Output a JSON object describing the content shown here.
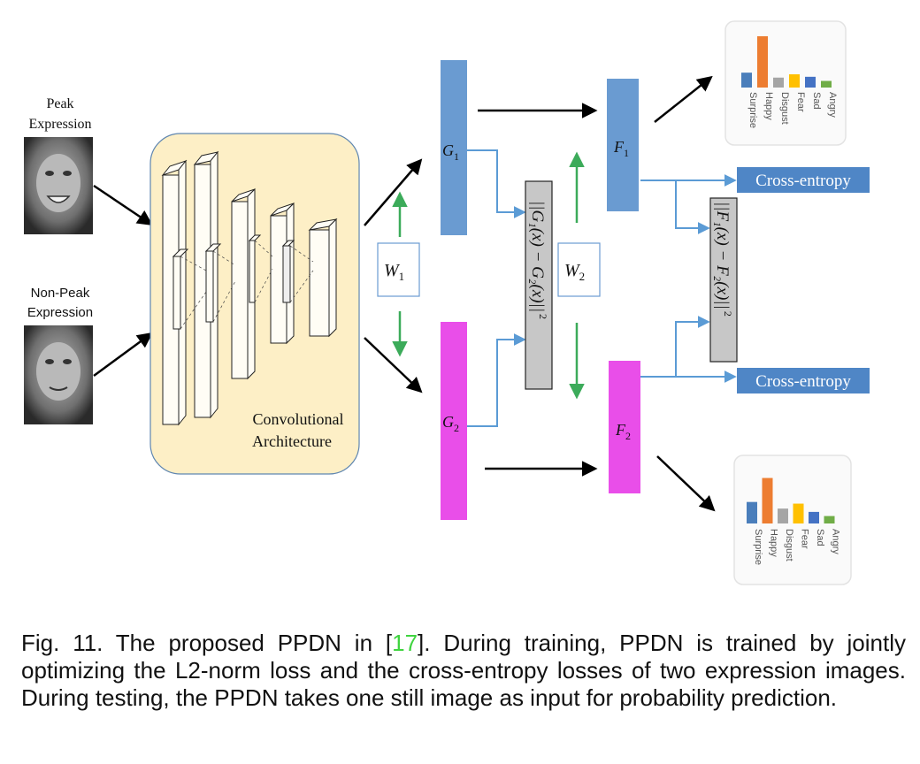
{
  "inputs": {
    "peak_label_1": "Peak",
    "peak_label_2": "Expression",
    "nonpeak_label_1": "Non-Peak",
    "nonpeak_label_2": "Expression"
  },
  "conv": {
    "label_1": "Convolutional",
    "label_2": "Architecture"
  },
  "nodes": {
    "w1": "W",
    "w1_sub": "1",
    "w2": "W",
    "w2_sub": "2",
    "g1": "G",
    "g1_sub": "1",
    "g2": "G",
    "g2_sub": "2",
    "f1": "F",
    "f1_sub": "1",
    "f2": "F",
    "f2_sub": "2"
  },
  "losses": {
    "g_norm": "||G₁(x) − G₂(x)||",
    "g_norm_exp": "2",
    "f_norm": "||F₁(x) − F₂(x)||",
    "f_norm_exp": "2",
    "ce_top": "Cross-entropy",
    "ce_bottom": "Cross-entropy"
  },
  "chart_data": [
    {
      "type": "bar",
      "categories": [
        "Surprise",
        "Happy",
        "Disgust",
        "Fear",
        "Sad",
        "Angry"
      ],
      "values": [
        0.18,
        0.62,
        0.12,
        0.16,
        0.13,
        0.08
      ],
      "colors": [
        "#4a7ebb",
        "#ed7d31",
        "#a5a5a5",
        "#ffc000",
        "#4472c4",
        "#70ad47"
      ],
      "title": "",
      "xlabel": "",
      "ylabel": ""
    },
    {
      "type": "bar",
      "categories": [
        "Surprise",
        "Happy",
        "Disgust",
        "Fear",
        "Sad",
        "Angry"
      ],
      "values": [
        0.26,
        0.55,
        0.18,
        0.24,
        0.14,
        0.09
      ],
      "colors": [
        "#4a7ebb",
        "#ed7d31",
        "#a5a5a5",
        "#ffc000",
        "#4472c4",
        "#70ad47"
      ],
      "title": "",
      "xlabel": "",
      "ylabel": ""
    }
  ],
  "caption": {
    "prefix": "Fig. 11. The proposed PPDN in [",
    "ref": "17",
    "suffix": "]. During training, PPDN is trained by jointly optimizing the L2-norm loss and the cross-entropy losses of two expression images. During testing, the PPDN takes one still image as input for probability prediction."
  },
  "colors": {
    "g1_fill": "#6a9bd1",
    "g2_fill": "#e94ee9",
    "f_fill": "#6a9bd1",
    "ce_fill": "#4f86c6",
    "conv_fill": "#fdefc6",
    "norm_fill": "#c7c7c7",
    "arrow_blue": "#5b9bd5",
    "arrow_green": "#3cab5a"
  }
}
